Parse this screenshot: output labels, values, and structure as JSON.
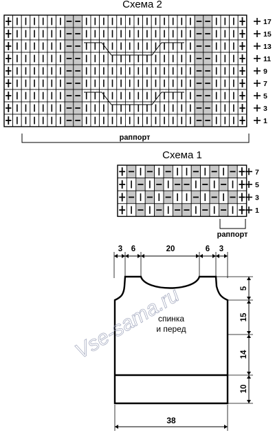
{
  "scheme2": {
    "title": "Схема 2",
    "rows": [
      "+||||||--|||||||||||||--|||+",
      "+||||||--|||||||||||||--|||+",
      "+||||||--|||||||||||||--|||+",
      "+||||||--|||||||||||||--|||+",
      "+||||||--|||||||||||||--|||+",
      "+||||||--|||||||||||||--|||+",
      "+||||||--|||||||||||||--|||+",
      "+||||||--|||||||||||||--|||+",
      "+||||||--|||||||||||||--|||+"
    ],
    "row_numbers": [
      "17",
      "15",
      "13",
      "11",
      "9",
      "7",
      "5",
      "3",
      "1"
    ],
    "rapport_label": "раппорт"
  },
  "scheme1": {
    "title": "Схема 1",
    "rows": [
      "+-|-|-||-|-|-+",
      "+|-|-|--|-|-|+",
      "+-|-|-||-|-|-+",
      "+|-|-|--|-|-|+"
    ],
    "row_numbers": [
      "7",
      "5",
      "3",
      "1"
    ],
    "rapport_label": "раппорт"
  },
  "pattern": {
    "top_dims": [
      "3",
      "6",
      "20",
      "6",
      "3"
    ],
    "width_dim": "38",
    "side_dims": [
      "5",
      "15",
      "14",
      "10"
    ],
    "label_line1": "спинка",
    "label_line2": "и перед",
    "watermark": "Vse-sama.ru"
  },
  "colors": {
    "shade": "#c8c8c8",
    "grid": "#000000",
    "watermark": "#9aa0b8"
  }
}
